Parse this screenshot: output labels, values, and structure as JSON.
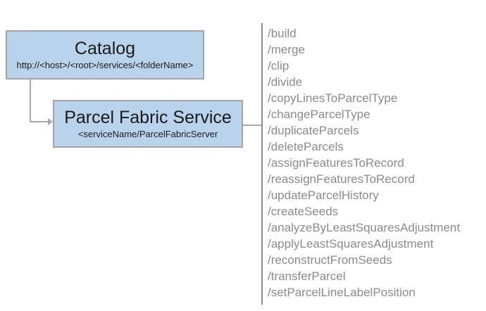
{
  "diagram": {
    "catalog_box": {
      "title": "Catalog",
      "url_template": "http://<host>/<root>/services/<folderName>"
    },
    "service_box": {
      "title": "Parcel Fabric Service",
      "path_template": "<serviceName/ParcelFabricServer"
    },
    "operations": [
      "/build",
      "/merge",
      "/clip",
      "/divide",
      "/copyLinesToParcelType",
      "/changeParcelType",
      "/duplicateParcels",
      "/deleteParcels",
      "/assignFeaturesToRecord",
      "/reassignFeaturesToRecord",
      "/updateParcelHistory",
      "/createSeeds",
      "/analyzeByLeastSquaresAdjustment",
      "/applyLeastSquaresAdjustment",
      "/reconstructFromSeeds",
      "/transferParcel",
      "/setParcelLineLabelPosition"
    ],
    "colors": {
      "box_fill": "#b9d3ec",
      "box_border": "#a3a3a3",
      "connector": "#a8a8a8",
      "divider": "#8c8c8c",
      "list_text": "#8b8b8b",
      "title_text": "#1a1a1a"
    }
  }
}
